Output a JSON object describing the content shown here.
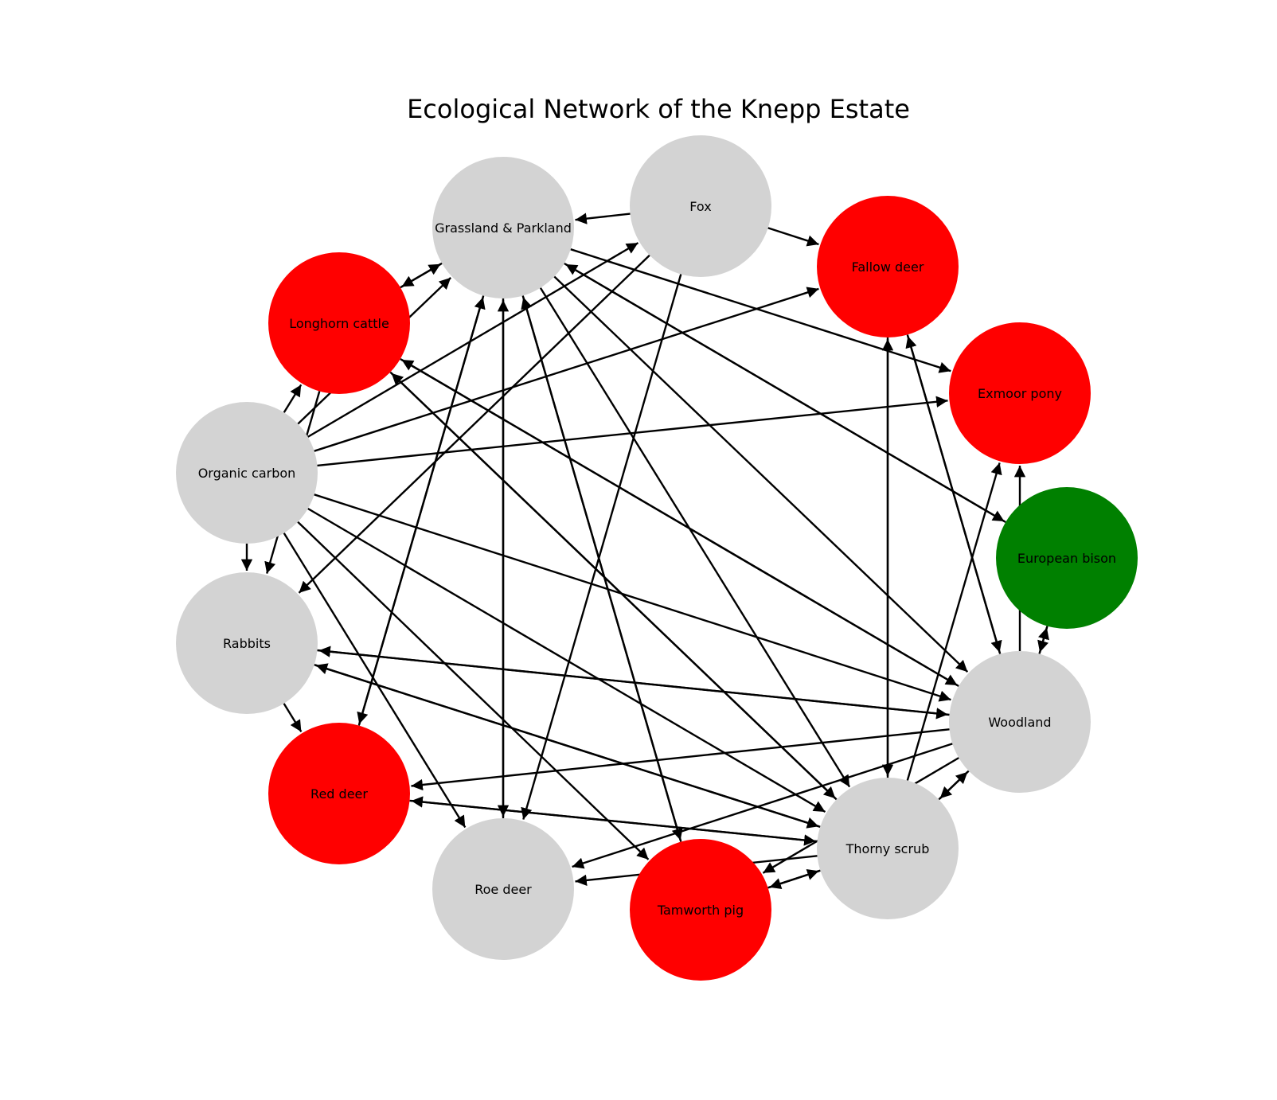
{
  "title": "Ecological Network of the Knepp Estate",
  "colors": {
    "primary": "#ff0000",
    "secondary": "#008000",
    "other": "#d3d3d3",
    "edge": "#000000"
  },
  "nodes": [
    {
      "id": "grassland",
      "label": "Grassland & Parkland",
      "color": "#d3d3d3"
    },
    {
      "id": "fox",
      "label": "Fox",
      "color": "#d3d3d3"
    },
    {
      "id": "fallow",
      "label": "Fallow deer",
      "color": "#ff0000"
    },
    {
      "id": "exmoor",
      "label": "Exmoor pony",
      "color": "#ff0000"
    },
    {
      "id": "bison",
      "label": "European bison",
      "color": "#008000"
    },
    {
      "id": "woodland",
      "label": "Woodland",
      "color": "#d3d3d3"
    },
    {
      "id": "thorny",
      "label": "Thorny scrub",
      "color": "#d3d3d3"
    },
    {
      "id": "pig",
      "label": "Tamworth pig",
      "color": "#ff0000"
    },
    {
      "id": "roe",
      "label": "Roe deer",
      "color": "#d3d3d3"
    },
    {
      "id": "reddeer",
      "label": "Red deer",
      "color": "#ff0000"
    },
    {
      "id": "rabbits",
      "label": "Rabbits",
      "color": "#d3d3d3"
    },
    {
      "id": "carbon",
      "label": "Organic carbon",
      "color": "#d3d3d3"
    },
    {
      "id": "longhorn",
      "label": "Longhorn cattle",
      "color": "#ff0000"
    }
  ],
  "edges": [
    [
      "longhorn",
      "grassland"
    ],
    [
      "grassland",
      "longhorn"
    ],
    [
      "longhorn",
      "woodland"
    ],
    [
      "woodland",
      "longhorn"
    ],
    [
      "longhorn",
      "thorny"
    ],
    [
      "thorny",
      "longhorn"
    ],
    [
      "longhorn",
      "rabbits"
    ],
    [
      "fox",
      "grassland"
    ],
    [
      "fox",
      "fallow"
    ],
    [
      "fox",
      "roe"
    ],
    [
      "fox",
      "rabbits"
    ],
    [
      "grassland",
      "roe"
    ],
    [
      "roe",
      "grassland"
    ],
    [
      "grassland",
      "reddeer"
    ],
    [
      "reddeer",
      "grassland"
    ],
    [
      "grassland",
      "pig"
    ],
    [
      "pig",
      "grassland"
    ],
    [
      "grassland",
      "bison"
    ],
    [
      "bison",
      "grassland"
    ],
    [
      "grassland",
      "exmoor"
    ],
    [
      "grassland",
      "woodland"
    ],
    [
      "grassland",
      "thorny"
    ],
    [
      "carbon",
      "longhorn"
    ],
    [
      "carbon",
      "rabbits"
    ],
    [
      "carbon",
      "grassland"
    ],
    [
      "carbon",
      "fox"
    ],
    [
      "carbon",
      "fallow"
    ],
    [
      "carbon",
      "exmoor"
    ],
    [
      "carbon",
      "woodland"
    ],
    [
      "carbon",
      "thorny"
    ],
    [
      "carbon",
      "pig"
    ],
    [
      "carbon",
      "roe"
    ],
    [
      "rabbits",
      "woodland"
    ],
    [
      "woodland",
      "rabbits"
    ],
    [
      "rabbits",
      "thorny"
    ],
    [
      "thorny",
      "rabbits"
    ],
    [
      "rabbits",
      "reddeer"
    ],
    [
      "woodland",
      "reddeer"
    ],
    [
      "woodland",
      "roe"
    ],
    [
      "woodland",
      "pig"
    ],
    [
      "thorny",
      "woodland"
    ],
    [
      "woodland",
      "thorny"
    ],
    [
      "woodland",
      "bison"
    ],
    [
      "bison",
      "woodland"
    ],
    [
      "woodland",
      "exmoor"
    ],
    [
      "woodland",
      "fallow"
    ],
    [
      "fallow",
      "woodland"
    ],
    [
      "thorny",
      "fallow"
    ],
    [
      "fallow",
      "thorny"
    ],
    [
      "thorny",
      "exmoor"
    ],
    [
      "thorny",
      "roe"
    ],
    [
      "thorny",
      "reddeer"
    ],
    [
      "reddeer",
      "thorny"
    ],
    [
      "thorny",
      "pig"
    ],
    [
      "pig",
      "thorny"
    ]
  ]
}
